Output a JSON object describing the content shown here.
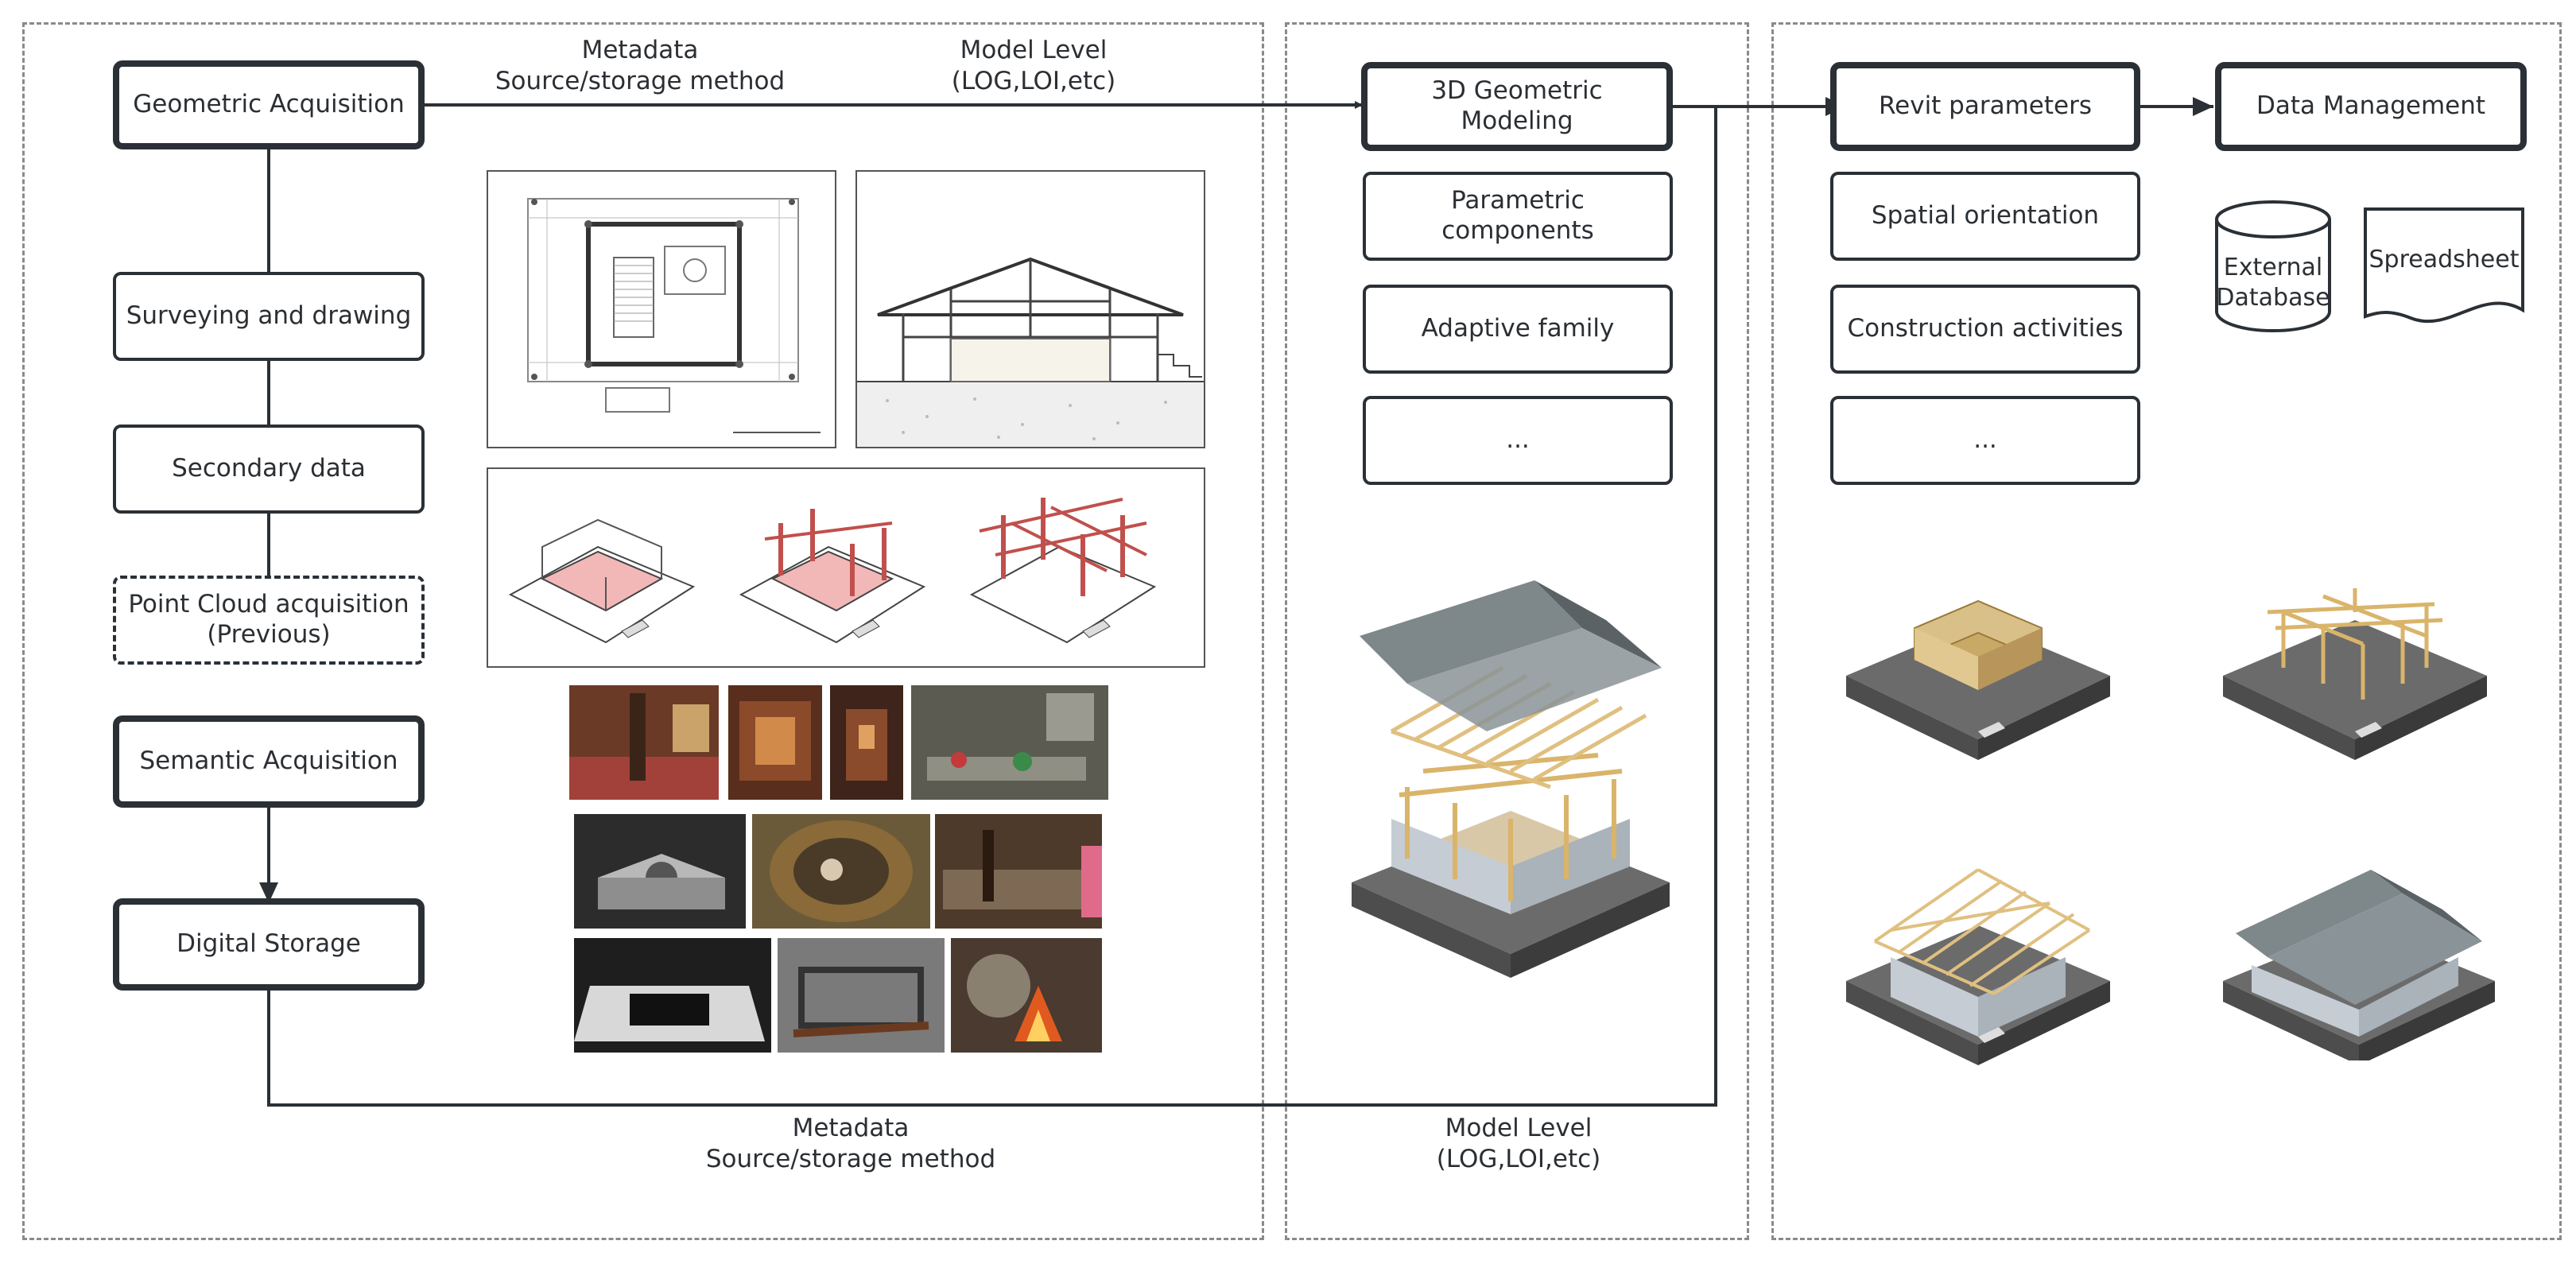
{
  "flow_labels": {
    "top_metadata": "Metadata\nSource/storage method",
    "top_model_level": "Model Level\n(LOG,LOI,etc)",
    "bottom_metadata": "Metadata\nSource/storage method",
    "bottom_model_level": "Model Level\n(LOG,LOI,etc)"
  },
  "acquisition": {
    "geometric": "Geometric Acquisition",
    "surveying": "Surveying and drawing",
    "secondary": "Secondary data",
    "point_cloud": "Point Cloud acquisition\n(Previous)",
    "semantic": "Semantic Acquisition",
    "digital_storage": "Digital Storage"
  },
  "modeling": {
    "title": "3D Geometric\nModeling",
    "items": [
      "Parametric\ncomponents",
      "Adaptive family",
      "..."
    ]
  },
  "revit": {
    "title": "Revit parameters",
    "items": [
      "Spatial orientation",
      "Construction activities",
      "..."
    ]
  },
  "data_management": {
    "title": "Data Management",
    "database": "External\nDatabase",
    "spreadsheet": "Spreadsheet"
  },
  "colors": {
    "border": "#2a3036",
    "dashed_panel": "#8a8a8a",
    "wood": "#d9b46a",
    "roof": "#707a7e",
    "wall": "#c5ccd4",
    "ground": "#6b6b6b",
    "highlight": "#f2b8b8"
  }
}
